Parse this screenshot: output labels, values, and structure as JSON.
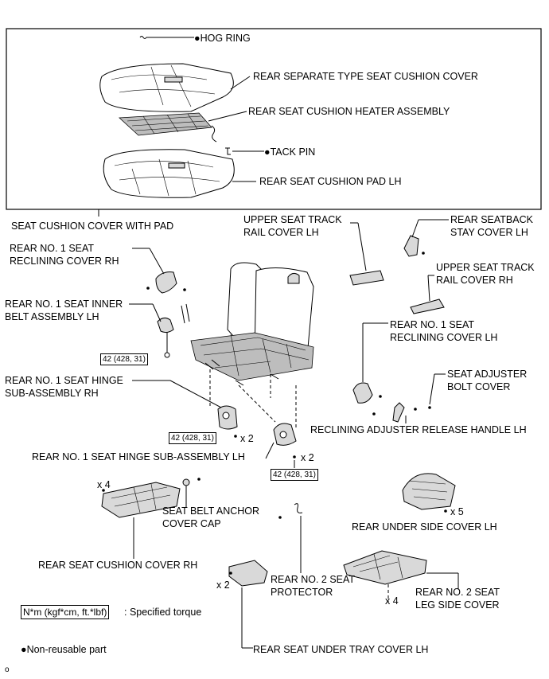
{
  "callouts": {
    "hog_ring": "HOG RING",
    "cushion_cover": "REAR SEPARATE TYPE SEAT CUSHION COVER",
    "heater": "REAR SEAT CUSHION HEATER ASSEMBLY",
    "tack_pin": "TACK PIN",
    "cushion_pad": "REAR SEAT CUSHION PAD LH",
    "cover_with_pad": "SEAT CUSHION COVER WITH PAD",
    "upper_track_lh_1": "UPPER SEAT TRACK",
    "upper_track_lh_2": "RAIL COVER LH",
    "seatback_stay_1": "REAR SEATBACK",
    "seatback_stay_2": "STAY COVER LH",
    "recl_cover_rh_1": "REAR NO. 1 SEAT",
    "recl_cover_rh_2": "RECLINING COVER RH",
    "upper_track_rh_1": "UPPER SEAT TRACK",
    "upper_track_rh_2": "RAIL COVER RH",
    "inner_belt_1": "REAR NO. 1 SEAT INNER",
    "inner_belt_2": "BELT ASSEMBLY LH",
    "recl_cover_lh_1": "REAR NO. 1 SEAT",
    "recl_cover_lh_2": "RECLINING COVER LH",
    "hinge_rh_1": "REAR NO. 1 SEAT HINGE",
    "hinge_rh_2": "SUB-ASSEMBLY RH",
    "adj_bolt_1": "SEAT ADJUSTER",
    "adj_bolt_2": "BOLT COVER",
    "release_handle": "RECLINING ADJUSTER RELEASE HANDLE LH",
    "hinge_lh": "REAR NO. 1 SEAT HINGE SUB-ASSEMBLY LH",
    "belt_anchor_1": "SEAT BELT ANCHOR",
    "belt_anchor_2": "COVER CAP",
    "under_side_lh": "REAR UNDER SIDE COVER LH",
    "cushion_cover_rh": "REAR SEAT CUSHION COVER RH",
    "protector_1": "REAR NO. 2 SEAT",
    "protector_2": "PROTECTOR",
    "leg_side_1": "REAR NO. 2 SEAT",
    "leg_side_2": "LEG SIDE COVER",
    "tray_cover": "REAR SEAT UNDER TRAY COVER LH"
  },
  "torque": {
    "t1": "42 (428, 31)",
    "t2": "42 (428, 31)",
    "t3": "42 (428, 31)"
  },
  "multipliers": {
    "m_hinge_rh": "x 2",
    "m_hinge_lh": "x 2",
    "m_cushion_rh": "x 4",
    "m_under_side": "x 5",
    "m_tray": "x 2",
    "m_leg": "x 4"
  },
  "legend": {
    "torque_box": "N*m (kgf*cm, ft.*lbf)",
    "torque_desc": ": Specified torque",
    "bullet": "●",
    "nonreusable": "Non-reusable part"
  },
  "footer": {
    "mark": "o"
  }
}
